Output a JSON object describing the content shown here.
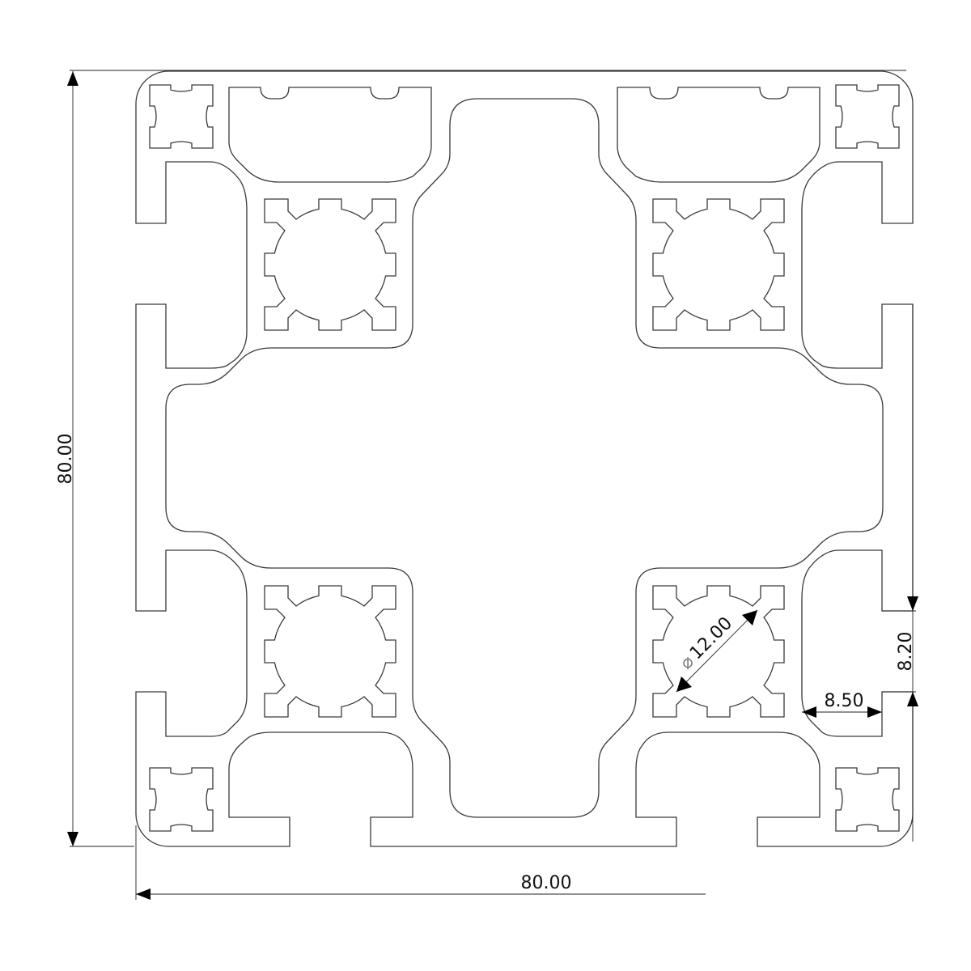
{
  "drawing": {
    "title": "80x80 aluminium extrusion profile cross-section",
    "line_color": "#3a3a3a",
    "dimensions": {
      "height": "80.00",
      "width": "80.00",
      "slot_opening": "8.20",
      "slot_depth": "8.50",
      "bore_symbol": "⌀",
      "bore_diameter": "12.00"
    }
  }
}
